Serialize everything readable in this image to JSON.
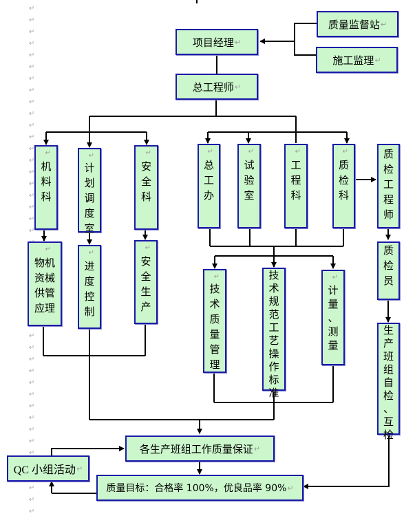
{
  "diagram": {
    "title": "工程质量保证体系框图",
    "top": {
      "project_manager": "项目经理",
      "chief_engineer": "总工程师",
      "supervision_station": "质量监督站",
      "construction_supervision": "施工监理"
    },
    "departments": {
      "materials": "机料科",
      "planning": "计划调度室",
      "safety": "安全科",
      "general_office": "总工办",
      "laboratory": "试验室",
      "engineering": "工程科",
      "quality_inspection": "质检科",
      "quality_engineer": "质检工程师"
    },
    "functions": {
      "materials_supply": [
        "物机",
        "资械",
        "供管",
        "应理"
      ],
      "progress_control": "进度控制",
      "safe_production": "安全生产",
      "tech_quality_mgmt": "技术质量管理",
      "tech_standards": "技术规范工艺操作标准",
      "measurement": "计量、测量",
      "quality_inspector": "质检员",
      "team_self_check": "生产班组自检、互检"
    },
    "bottom": {
      "team_quality_assurance": "各生产班组工作质量保证",
      "qc_activity": "QC 小组活动",
      "quality_target": "质量目标：合格率 100%，优良品率 90%"
    },
    "paragraph_mark": "↵"
  }
}
